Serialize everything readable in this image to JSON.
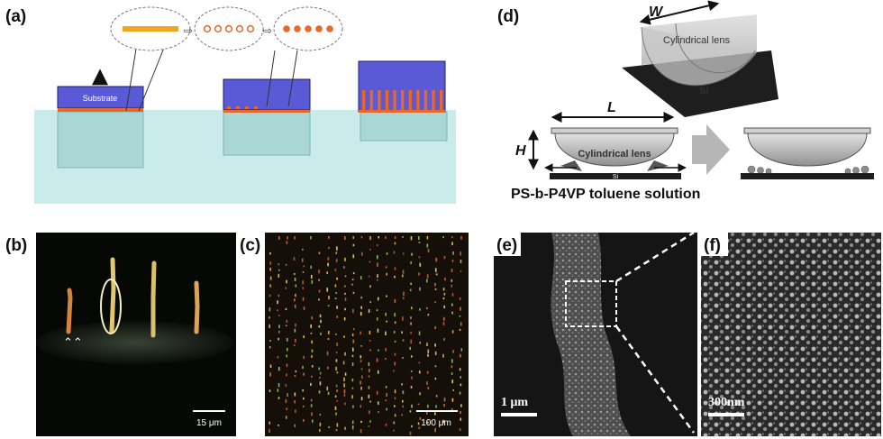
{
  "panels": {
    "a": "(a)",
    "b": "(b)",
    "c": "(c)",
    "d": "(d)",
    "e": "(e)",
    "f": "(f)"
  },
  "panel_a": {
    "substrate_label": "Substrate"
  },
  "panel_b": {
    "scale_bar": "15 μm"
  },
  "panel_c": {
    "scale_bar": "100 μm"
  },
  "panel_d": {
    "width_symbol": "W",
    "length_symbol": "L",
    "height_symbol": "H",
    "lens_label": "Cylindrical lens",
    "silicon_label": "Si",
    "solution_label": "PS-b-P4VP toluene solution"
  },
  "panel_e": {
    "scale_bar": "1 μm"
  },
  "panel_f": {
    "scale_bar": "300nm"
  },
  "colors": {
    "substrate": "#5a5ad6",
    "film": "#e8672a",
    "bath": "#c9ecea",
    "stripe": "#f2a51f",
    "lens": "#bdbdbd",
    "silicon": "#1e1e1e"
  }
}
